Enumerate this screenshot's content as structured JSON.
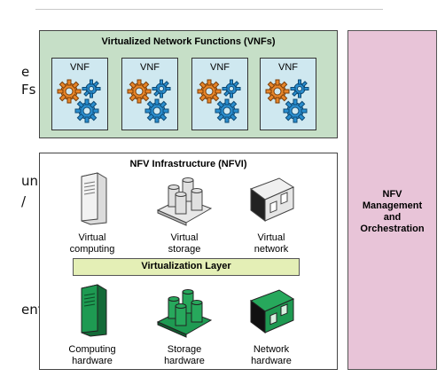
{
  "side_texts": [
    "e",
    "Fs",
    "un",
    "/",
    "ent"
  ],
  "vnf": {
    "title": "Virtualized Network Functions (VNFs)",
    "items": [
      "VNF",
      "VNF",
      "VNF",
      "VNF"
    ]
  },
  "nfvi": {
    "title": "NFV Infrastructure (NFVI)",
    "virtual": [
      {
        "line1": "Virtual",
        "line2": "computing"
      },
      {
        "line1": "Virtual",
        "line2": "storage"
      },
      {
        "line1": "Virtual",
        "line2": "network"
      }
    ],
    "layer": "Virtualization Layer",
    "hardware": [
      {
        "line1": "Computing",
        "line2": "hardware"
      },
      {
        "line1": "Storage",
        "line2": "hardware"
      },
      {
        "line1": "Network",
        "line2": "hardware"
      }
    ]
  },
  "mano": {
    "line1": "NFV",
    "line2": "Management",
    "line3": "and",
    "line4": "Orchestration"
  },
  "colors": {
    "vnf_panel": "#c6dfc7",
    "vnf_box": "#cfe8f0",
    "gear_orange": "#e8862a",
    "gear_blue": "#2b8fd0",
    "virt_layer": "#e4efb6",
    "mano_panel": "#e8c4d8",
    "hardware_green": "#1e9a52"
  }
}
